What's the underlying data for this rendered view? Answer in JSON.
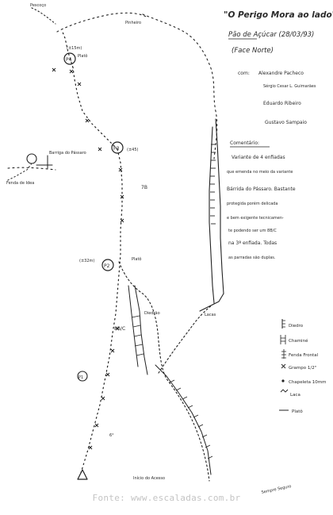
{
  "header": {
    "title": "\"O Perigo Mora ao lado\"",
    "location": "Pão de Açúcar (28/03/93)",
    "face": "(Face Norte)"
  },
  "climbers": {
    "label": "com:",
    "names": [
      "Alexandre Pacheco",
      "Sérgio Cesar L. Guimarães",
      "Eduardo Ribeiro",
      "Gustavo Sampaio"
    ]
  },
  "comment": {
    "label": "Comentário:",
    "lines": [
      "Variante de 4 enfiadas",
      "que emenda no meio da variante",
      "Bárrida do Pássaro. Bastante",
      "protegida porém delicada",
      "e bem exigente tecnicamen-",
      "te podendo ser um 8B/C",
      "na 3ª enfiada. Todas",
      "as parradas são duplas."
    ]
  },
  "legend": {
    "items": [
      "Diedro",
      "Chaminé",
      "Fenda Frontal",
      "Grampo 1/2\"",
      "Chapeleta 10mm",
      "Laca",
      "Platô"
    ]
  },
  "topo": {
    "labels": {
      "top_left": "Pescoço",
      "top_right_corner": "Pinheiro",
      "p4_note": "(±15m)",
      "p4_note2": "Platô",
      "p4": "P4",
      "p3": "P3",
      "p3_note": "(±45)",
      "p2": "P2",
      "p1": "P1",
      "barrida": "Barriga do Pássaro",
      "cruz": "Fenda de Idea",
      "grade_78": "7B",
      "grade_8bc": "8B/C",
      "grade_6": "6°",
      "p2_note": "(±32m)",
      "p2_note2": "Platô",
      "diedrao": "Diedrão",
      "lacas": "Lacas",
      "start": "Início do Acesso",
      "bottom_right": "Sempre Seguro"
    }
  },
  "footer": {
    "watermark": "Fonte: www.escaladas.com.br"
  }
}
